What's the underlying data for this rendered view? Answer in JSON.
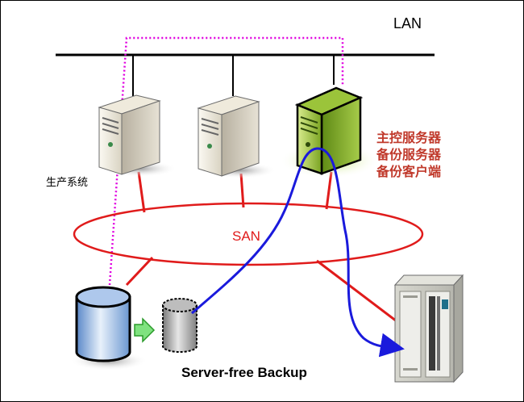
{
  "labels": {
    "lan": "LAN",
    "production_system": "生产系统",
    "roles": [
      "主控服务器",
      "备份服务器",
      "备份客户端"
    ],
    "san": "SAN",
    "caption": "Server-free Backup"
  },
  "colors": {
    "lan_line": "#000000",
    "san_ring": "#e01b1b",
    "san_link": "#e01b1b",
    "data_path": "#1a1adc",
    "control_path": "#e000e0",
    "role_text": "#c0392b",
    "highlight_server": "#8fb32a",
    "arrow_fill": "#7fe27f"
  },
  "icons": [
    "server-icon",
    "highlighted-server-icon",
    "disk-storage-icon",
    "tape-storage-icon",
    "tape-library-icon",
    "copy-arrow-icon"
  ]
}
